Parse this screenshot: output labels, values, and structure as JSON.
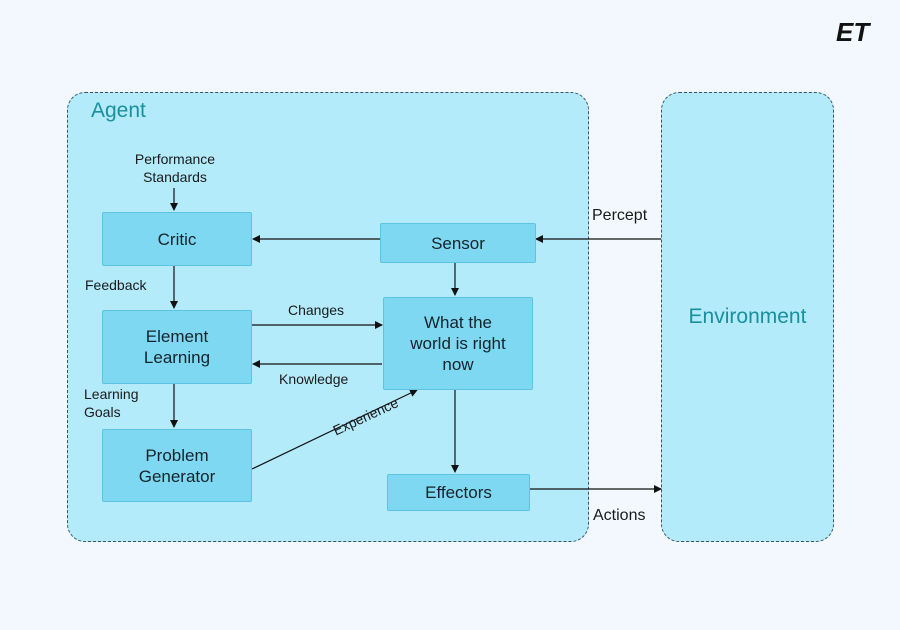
{
  "logo": {
    "text": "ET"
  },
  "agent": {
    "title": "Agent"
  },
  "environment": {
    "title": "Environment"
  },
  "boxes": {
    "critic": "Critic",
    "sensor": "Sensor",
    "element_learning": "Element\nLearning",
    "world": "What the\nworld is right\nnow",
    "problem_generator": "Problem\nGenerator",
    "effectors": "Effectors"
  },
  "labels": {
    "performance_standards": "Performance\nStandards",
    "feedback": "Feedback",
    "changes": "Changes",
    "knowledge": "Knowledge",
    "learning_goals": "Learning\nGoals",
    "experience": "Experience",
    "percept": "Percept",
    "actions": "Actions"
  },
  "colors": {
    "panel_fill": "#b3ebfb",
    "box_fill": "#7fd8f2",
    "title_teal": "#1a8f9e",
    "background": "#f2f8fd"
  }
}
